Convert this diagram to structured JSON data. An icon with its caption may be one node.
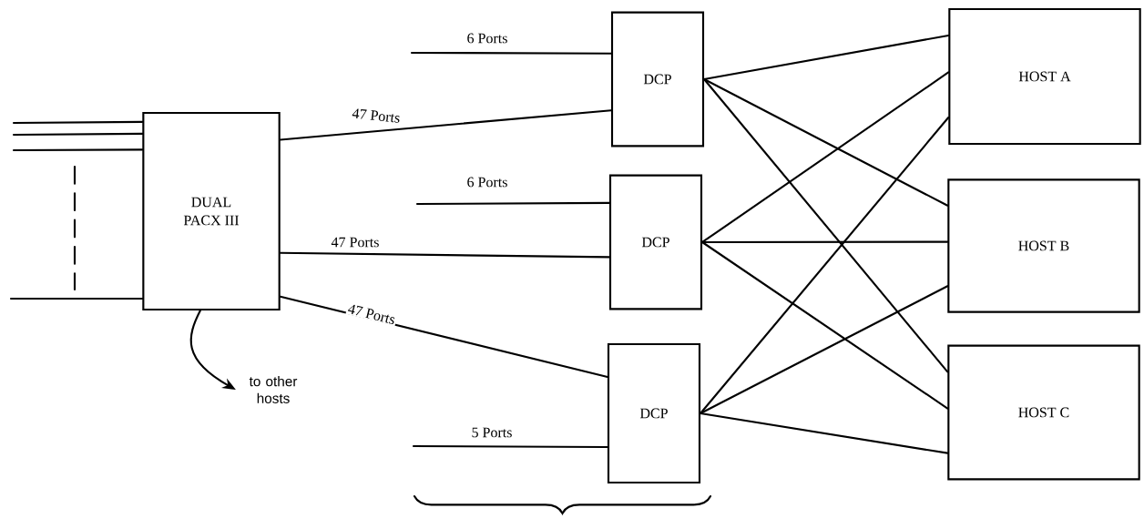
{
  "diagram": {
    "nodes": [
      {
        "text": [
          "DUAL PACX III"
        ]
      },
      {
        "text": [
          "DCP"
        ]
      },
      {
        "text": [
          "DCP"
        ]
      },
      {
        "text": [
          "DCP"
        ]
      },
      {
        "text": [
          "HOST A"
        ]
      },
      {
        "text": [
          "HOST B"
        ]
      },
      {
        "text": [
          "HOST C"
        ]
      },
      {
        "text": [
          "to other hosts"
        ]
      }
    ],
    "edges": [
      {
        "from": null,
        "to": 0,
        "arrow": "none"
      },
      {
        "from": null,
        "to": 0,
        "arrow": "none"
      },
      {
        "from": null,
        "to": 0,
        "arrow": "none"
      },
      {
        "from": null,
        "to": 0,
        "arrow": "none"
      },
      {
        "from": 0,
        "to": 7,
        "arrow": "to"
      },
      {
        "from": null,
        "to": 1,
        "arrow": "none",
        "label": "6 Ports"
      },
      {
        "from": 0,
        "to": 1,
        "arrow": "none",
        "label": "47 Ports"
      },
      {
        "from": null,
        "to": 2,
        "arrow": "none",
        "label": "6 Ports"
      },
      {
        "from": 0,
        "to": 2,
        "arrow": "none",
        "label": "47 Ports"
      },
      {
        "from": 0,
        "to": 3,
        "arrow": "none",
        "label": "47 Ports"
      },
      {
        "from": null,
        "to": 3,
        "arrow": "none",
        "label": "5 Ports"
      },
      {
        "from": 1,
        "to": 4,
        "arrow": "none"
      },
      {
        "from": 1,
        "to": 5,
        "arrow": "none"
      },
      {
        "from": 1,
        "to": 6,
        "arrow": "none"
      },
      {
        "from": 2,
        "to": 4,
        "arrow": "none"
      },
      {
        "from": 2,
        "to": 5,
        "arrow": "none"
      },
      {
        "from": 2,
        "to": 6,
        "arrow": "none"
      },
      {
        "from": 3,
        "to": 4,
        "arrow": "none"
      },
      {
        "from": 3,
        "to": 5,
        "arrow": "none"
      },
      {
        "from": 3,
        "to": 6,
        "arrow": "none"
      }
    ]
  }
}
